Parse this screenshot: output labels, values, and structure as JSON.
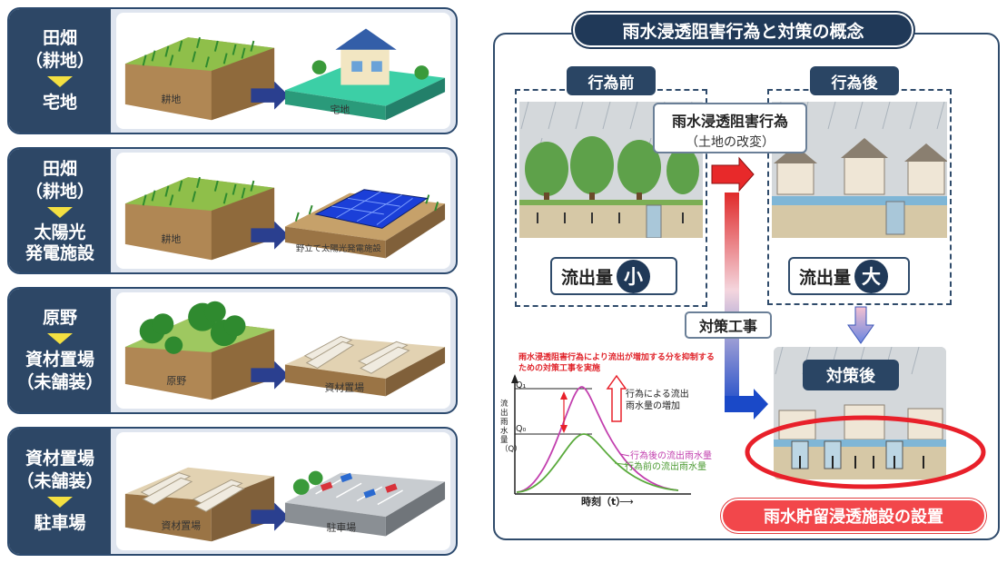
{
  "left_cards": [
    {
      "label_top": "田畑\n（耕地）",
      "label_bottom": "宅地",
      "scene_from": "耕地",
      "scene_to": "宅地"
    },
    {
      "label_top": "田畑\n（耕地）",
      "label_bottom": "太陽光\n発電施設",
      "scene_from": "耕地",
      "scene_to": "野立て太陽光発電施設"
    },
    {
      "label_top": "原野",
      "label_bottom": "資材置場\n（未舗装）",
      "scene_from": "原野",
      "scene_to": "資材置場"
    },
    {
      "label_top": "資材置場\n（未舗装）",
      "label_bottom": "駐車場",
      "scene_from": "資材置場",
      "scene_to": "駐車場"
    }
  ],
  "panel": {
    "title": "雨水浸透阻害行為と対策の概念",
    "before_tag": "行為前",
    "after_tag": "行為後",
    "act_label": "雨水浸透阻害行為",
    "act_sub": "（土地の改変）",
    "runoff_prefix": "流出量",
    "runoff_small": "小",
    "runoff_large": "大",
    "measures_label": "対策工事",
    "after_measures_tag": "対策後",
    "install_label": "雨水貯留浸透施設の設置",
    "graph": {
      "note": "雨水浸透阻害行為により流出が増加する分を抑制するための対策工事を実施",
      "y_axis": "流出雨水量（Q）",
      "x_axis": "時刻（t）",
      "q1": "Q₁",
      "q0": "Q₀",
      "increase_label_1": "行為による流出",
      "increase_label_2": "雨水量の増加",
      "after_curve_label": "行為後の流出雨水量",
      "before_curve_label": "行為前の流出雨水量"
    }
  },
  "colors": {
    "navy": "#203958",
    "card_label": "#2d4766",
    "highlight_red": "#e8202a",
    "after_curve": "#c23fae",
    "before_curve": "#5aaa3c"
  }
}
